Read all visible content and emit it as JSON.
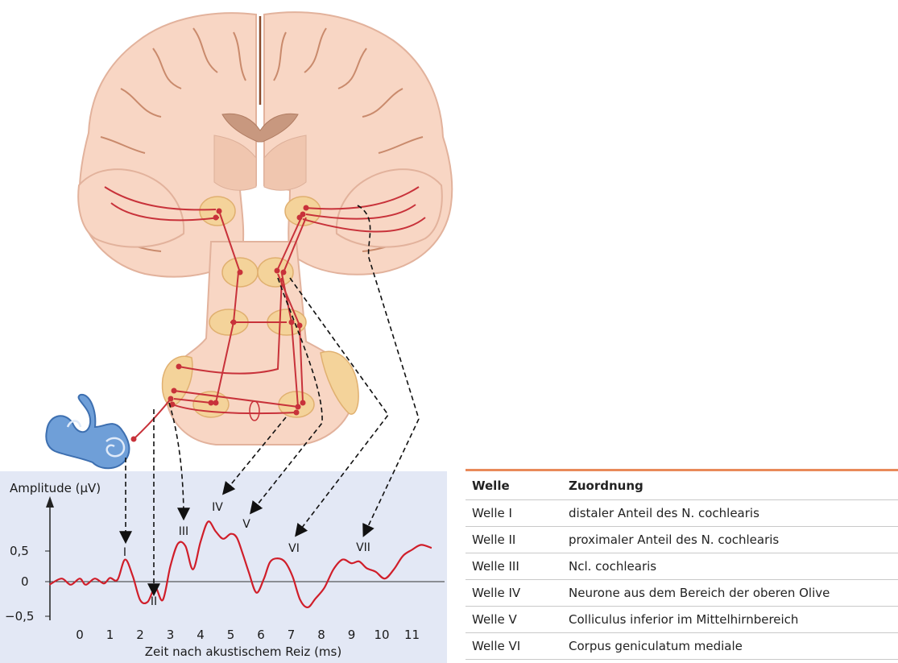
{
  "diagram": {
    "y_axis_label": "Amplitude (μV)",
    "x_axis_label": "Zeit nach akustischem Reiz (ms)",
    "y_ticks": [
      "0,5",
      "0",
      "−0,5"
    ],
    "x_ticks": [
      "0",
      "1",
      "2",
      "3",
      "4",
      "5",
      "6",
      "7",
      "8",
      "9",
      "10",
      "11"
    ],
    "wave_labels": [
      "I",
      "II",
      "III",
      "IV",
      "V",
      "VI",
      "VII"
    ],
    "colors": {
      "brain": "#f8d6c4",
      "brain_outline": "#e2b29c",
      "nucleus": "#f4d39a",
      "pathway": "#c8323a",
      "cochlea": "#6f9fd8",
      "panel": "#e3e8f5",
      "curve": "#d01e2a"
    }
  },
  "chart_data": {
    "type": "line",
    "xlabel": "Zeit nach akustischem Reiz (ms)",
    "ylabel": "Amplitude (μV)",
    "xlim": [
      -1.1,
      11.9
    ],
    "ylim": [
      -0.6,
      1.35
    ],
    "x": [
      -1.0,
      -0.6,
      -0.3,
      0.0,
      0.2,
      0.5,
      0.8,
      1.0,
      1.25,
      1.5,
      1.75,
      2.0,
      2.25,
      2.5,
      2.75,
      3.0,
      3.25,
      3.5,
      3.75,
      4.0,
      4.25,
      4.5,
      4.75,
      5.0,
      5.2,
      5.4,
      5.6,
      5.85,
      6.1,
      6.3,
      6.55,
      6.8,
      7.05,
      7.3,
      7.55,
      7.8,
      8.1,
      8.4,
      8.7,
      9.0,
      9.25,
      9.5,
      9.8,
      10.1,
      10.4,
      10.7,
      11.0,
      11.3,
      11.65
    ],
    "y": [
      -0.05,
      0.05,
      -0.05,
      0.05,
      -0.05,
      0.05,
      -0.03,
      0.06,
      0.03,
      0.36,
      0.1,
      -0.3,
      -0.33,
      -0.1,
      -0.3,
      0.25,
      0.62,
      0.58,
      0.2,
      0.65,
      0.98,
      0.82,
      0.7,
      0.78,
      0.72,
      0.45,
      0.15,
      -0.18,
      0.05,
      0.32,
      0.38,
      0.32,
      0.08,
      -0.3,
      -0.42,
      -0.28,
      -0.1,
      0.2,
      0.36,
      0.3,
      0.33,
      0.22,
      0.16,
      0.05,
      0.2,
      0.42,
      0.52,
      0.6,
      0.55
    ],
    "grid": false
  },
  "table": {
    "headers": [
      "Welle",
      "Zuordnung"
    ],
    "rows": [
      [
        "Welle I",
        "distaler Anteil des N. cochlearis"
      ],
      [
        "Welle II",
        "proximaler Anteil des N. cochlearis"
      ],
      [
        "Welle III",
        "Ncl. cochlearis"
      ],
      [
        "Welle IV",
        "Neurone aus dem Bereich der oberen Olive"
      ],
      [
        "Welle V",
        "Colliculus inferior im Mittelhirnbereich"
      ],
      [
        "Welle VI",
        "Corpus geniculatum mediale"
      ]
    ]
  }
}
